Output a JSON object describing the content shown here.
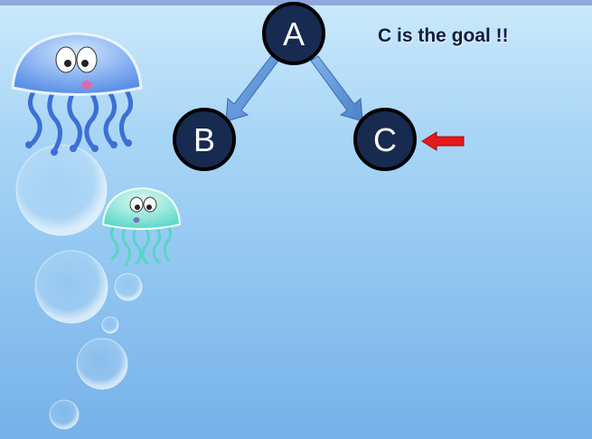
{
  "slide": {
    "goal_text": "C is the goal !!",
    "background_color": "#a9d6f6",
    "accent_color": "#8fa6de"
  },
  "tree": {
    "nodes": [
      {
        "id": "A",
        "label": "A"
      },
      {
        "id": "B",
        "label": "B"
      },
      {
        "id": "C",
        "label": "C"
      }
    ],
    "edges": [
      {
        "from": "A",
        "to": "B"
      },
      {
        "from": "A",
        "to": "C"
      }
    ],
    "node_fill": "#172a4f",
    "node_border": "#000000",
    "edge_color": "#5b8fd0",
    "highlighted_node": "C",
    "pointer_color": "#e31a1a"
  },
  "decorations": [
    "jellyfish-icon",
    "jellyfish-icon",
    "bubble-icon"
  ]
}
